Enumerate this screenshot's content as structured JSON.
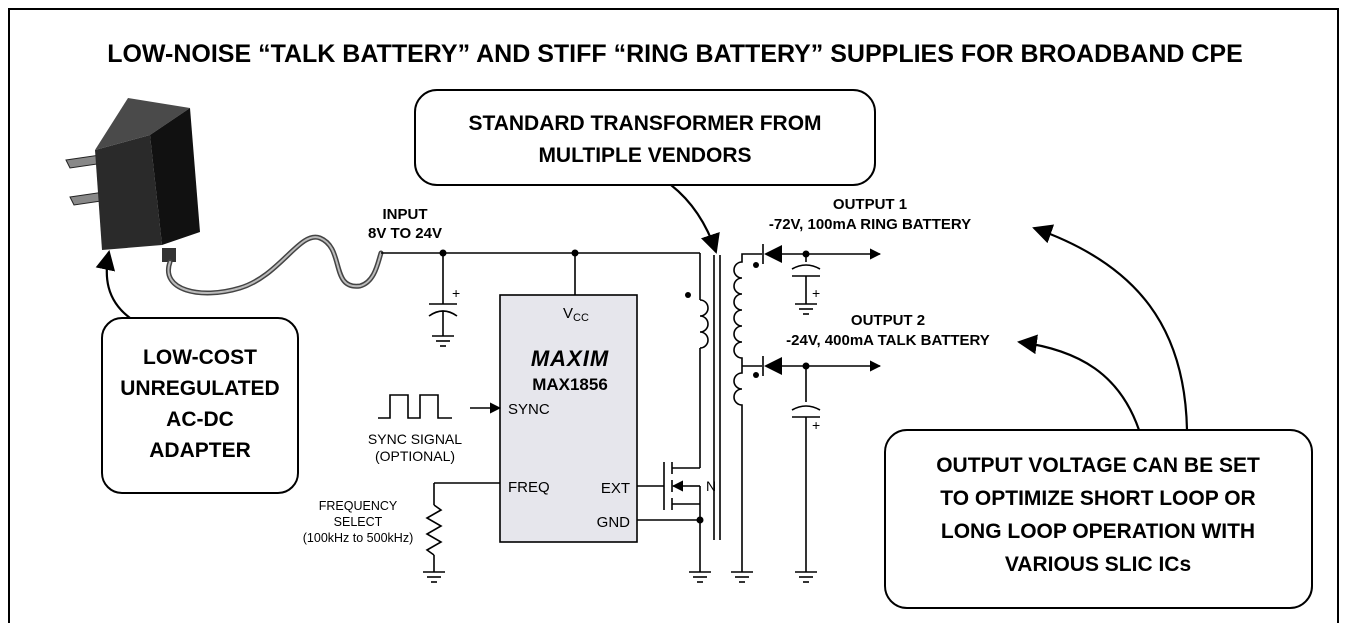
{
  "title": "LOW-NOISE “TALK BATTERY” AND STIFF “RING BATTERY” SUPPLIES FOR BROADBAND CPE",
  "callouts": {
    "transformer": [
      "STANDARD TRANSFORMER FROM",
      "MULTIPLE VENDORS"
    ],
    "adapter": [
      "LOW-COST",
      "UNREGULATED",
      "AC-DC",
      "ADAPTER"
    ],
    "output_voltage": [
      "OUTPUT VOLTAGE CAN BE SET",
      "TO OPTIMIZE SHORT LOOP OR",
      "LONG LOOP OPERATION WITH",
      "VARIOUS SLIC ICs"
    ]
  },
  "input": {
    "label": "INPUT",
    "range": "8V TO 24V"
  },
  "output1": {
    "label": "OUTPUT 1",
    "spec": "-72V, 100mA RING BATTERY"
  },
  "output2": {
    "label": "OUTPUT 2",
    "spec": "-24V, 400mA TALK BATTERY"
  },
  "chip": {
    "logo": "MAXIM",
    "name": "MAX1856",
    "vcc": "V",
    "vcc_sub": "CC",
    "sync": "SYNC",
    "freq": "FREQ",
    "ext": "EXT",
    "gnd": "GND"
  },
  "sync_signal": [
    "SYNC SIGNAL",
    "(OPTIONAL)"
  ],
  "frequency_select": [
    "FREQUENCY",
    "SELECT",
    "(100kHz to 500kHz)"
  ],
  "mosfet_label": "N",
  "polarity_plus": "+"
}
